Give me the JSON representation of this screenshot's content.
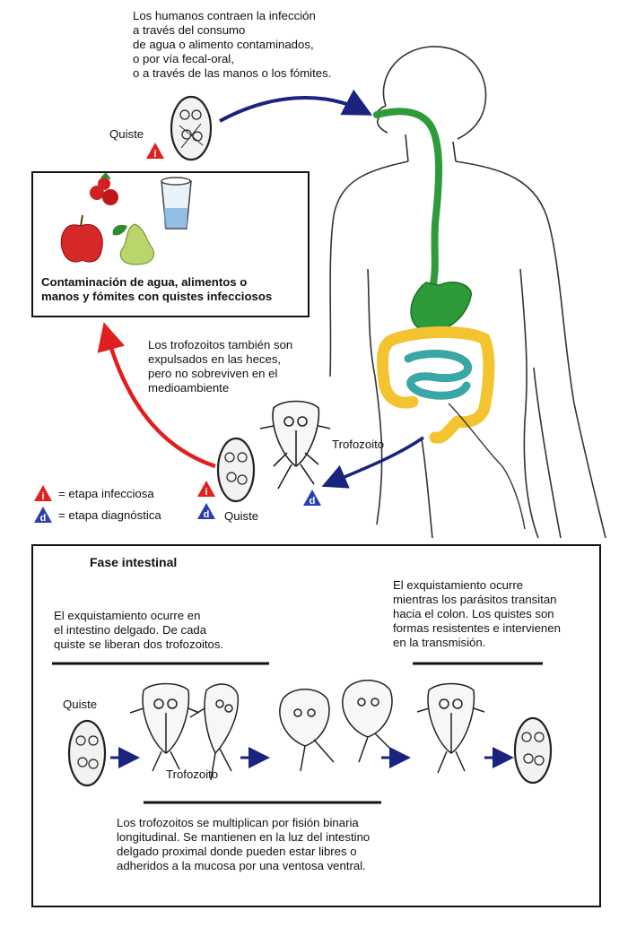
{
  "top_caption": "Los humanos contraen la infección\na través del consumo\nde agua o alimento contaminados,\no por vía fecal-oral,\no a través de las manos o los fómites.",
  "cyst_label_top": "Quiste",
  "contamination_box_text": "Contaminación de agua, alimentos o\nmanos y fómites con quistes infecciosos",
  "trophozoites_expelled_text": "Los trofozoitos también son\nexpulsados en las heces,\npero no sobreviven en el\nmedioambiente",
  "trofozoito_label_mid": "Trofozoito",
  "cyst_label_mid": "Quiste",
  "legend": {
    "infective": {
      "marker": "i",
      "text": "= etapa infecciosa",
      "color": "#e02020"
    },
    "diagnostic": {
      "marker": "d",
      "text": "= etapa diagnóstica",
      "color": "#2a3fb0"
    }
  },
  "intestinal_phase": {
    "title": "Fase intestinal",
    "excystation_text": "El exquistamiento ocurre en\nel intestino delgado. De cada\nquiste se liberan dos trofozoitos.",
    "encystation_text": "El exquistamiento ocurre\nmientras los parásitos transitan\nhacia el colon. Los quistes son\nformas resistentes e intervienen\nen la transmisión.",
    "cyst_label": "Quiste",
    "trofozoito_label": "Trofozoito",
    "multiplication_text": "Los trofozoitos se multiplican por fisión binaria\nlongitudinal. Se mantienen en la luz del intestino\ndelgado proximal donde pueden estar libres o\nadheridos a la mucosa por una ventosa ventral."
  },
  "colors": {
    "arrow_blue": "#1a237e",
    "arrow_red": "#e02020",
    "esophagus_green": "#2e9b3a",
    "colon_yellow": "#f4c430",
    "small_intestine_teal": "#3aa6a6"
  }
}
